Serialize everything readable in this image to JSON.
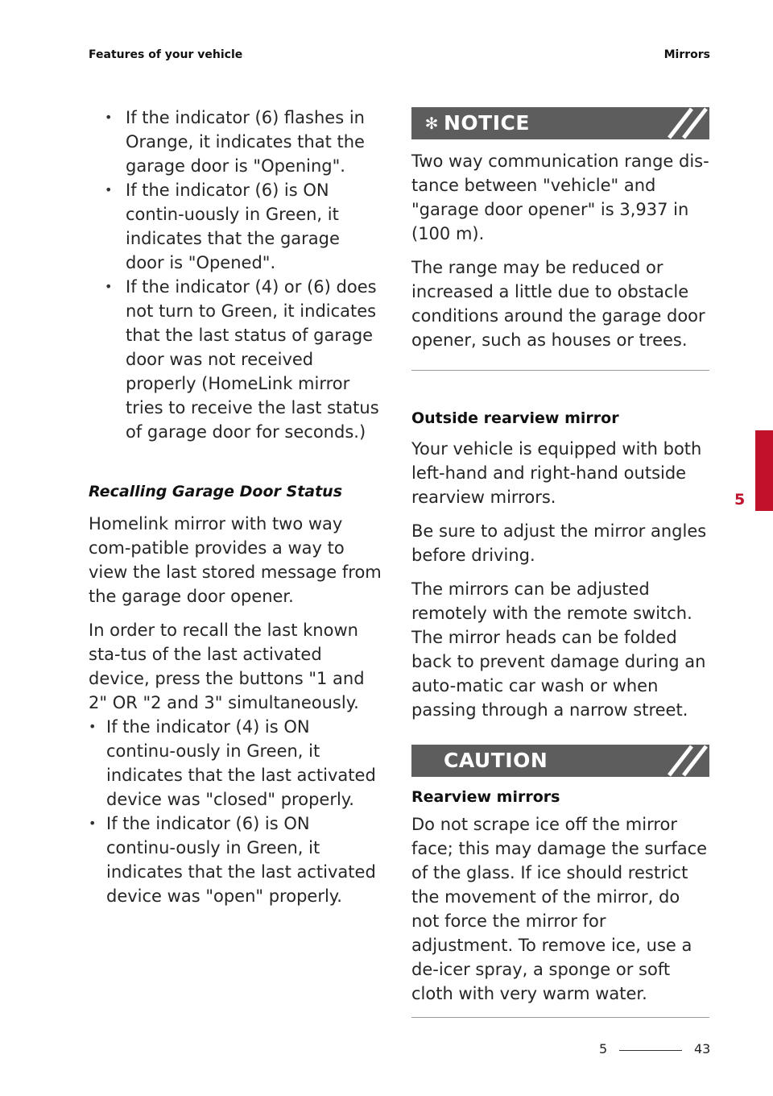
{
  "header": {
    "left": "Features of your vehicle",
    "right": "Mirrors"
  },
  "left_column": {
    "bullets_top": [
      "If the indicator (6) flashes in Orange, it indicates that the garage door is \"Opening\".",
      "If the indicator (6) is ON contin-uously in Green, it indicates that the garage door is \"Opened\".",
      "If the indicator (4) or (6) does not turn to Green, it indicates that the last status of garage door was not received properly (HomeLink mirror tries to receive the last status of garage door for seconds.)"
    ],
    "subheading": "Recalling Garage Door Status",
    "paragraph1": "Homelink mirror with two way com-patible provides a way to view the last stored message from the garage door opener.",
    "paragraph2": "In order to recall the last known sta-tus of the last activated device, press the buttons \"1 and 2\" OR \"2 and 3\" simultaneously.",
    "bullets_bottom": [
      "If the indicator (4) is ON continu-ously in Green, it indicates that the last activated device was \"closed\" properly.",
      "If the indicator (6) is ON continu-ously in Green, it indicates that the last activated device was \"open\" properly."
    ]
  },
  "notice": {
    "icon": "asterisk-icon",
    "label": "NOTICE",
    "paragraph1": "Two way communication range dis-tance between \"vehicle\" and \"garage door opener\" is 3,937 in (100 m).",
    "paragraph2": "The range may be reduced or increased a little due to obstacle conditions around the garage door opener, such as houses or trees."
  },
  "outside_mirror": {
    "title": "Outside rearview mirror",
    "paragraph1": "Your vehicle is equipped with both left-hand and right-hand outside rearview mirrors.",
    "paragraph2": "Be sure to adjust the mirror angles before driving.",
    "paragraph3": "The mirrors can be adjusted remotely with the remote switch. The mirror heads can be folded back to prevent damage during an auto-matic car wash or when passing through a narrow street."
  },
  "caution": {
    "icon": "warning-triangle-icon",
    "label": "CAUTION",
    "title": "Rearview mirrors",
    "paragraph": "Do not scrape ice off the mirror face; this may damage the surface of the glass. If ice should restrict the movement of the mirror, do not force the mirror for adjustment. To remove ice, use a de-icer spray, a sponge or soft cloth with very warm water."
  },
  "side_tab": "5",
  "footer": {
    "chapter": "5",
    "page": "43"
  },
  "colors": {
    "accent": "#c0122a",
    "banner": "#5d5d5d"
  }
}
